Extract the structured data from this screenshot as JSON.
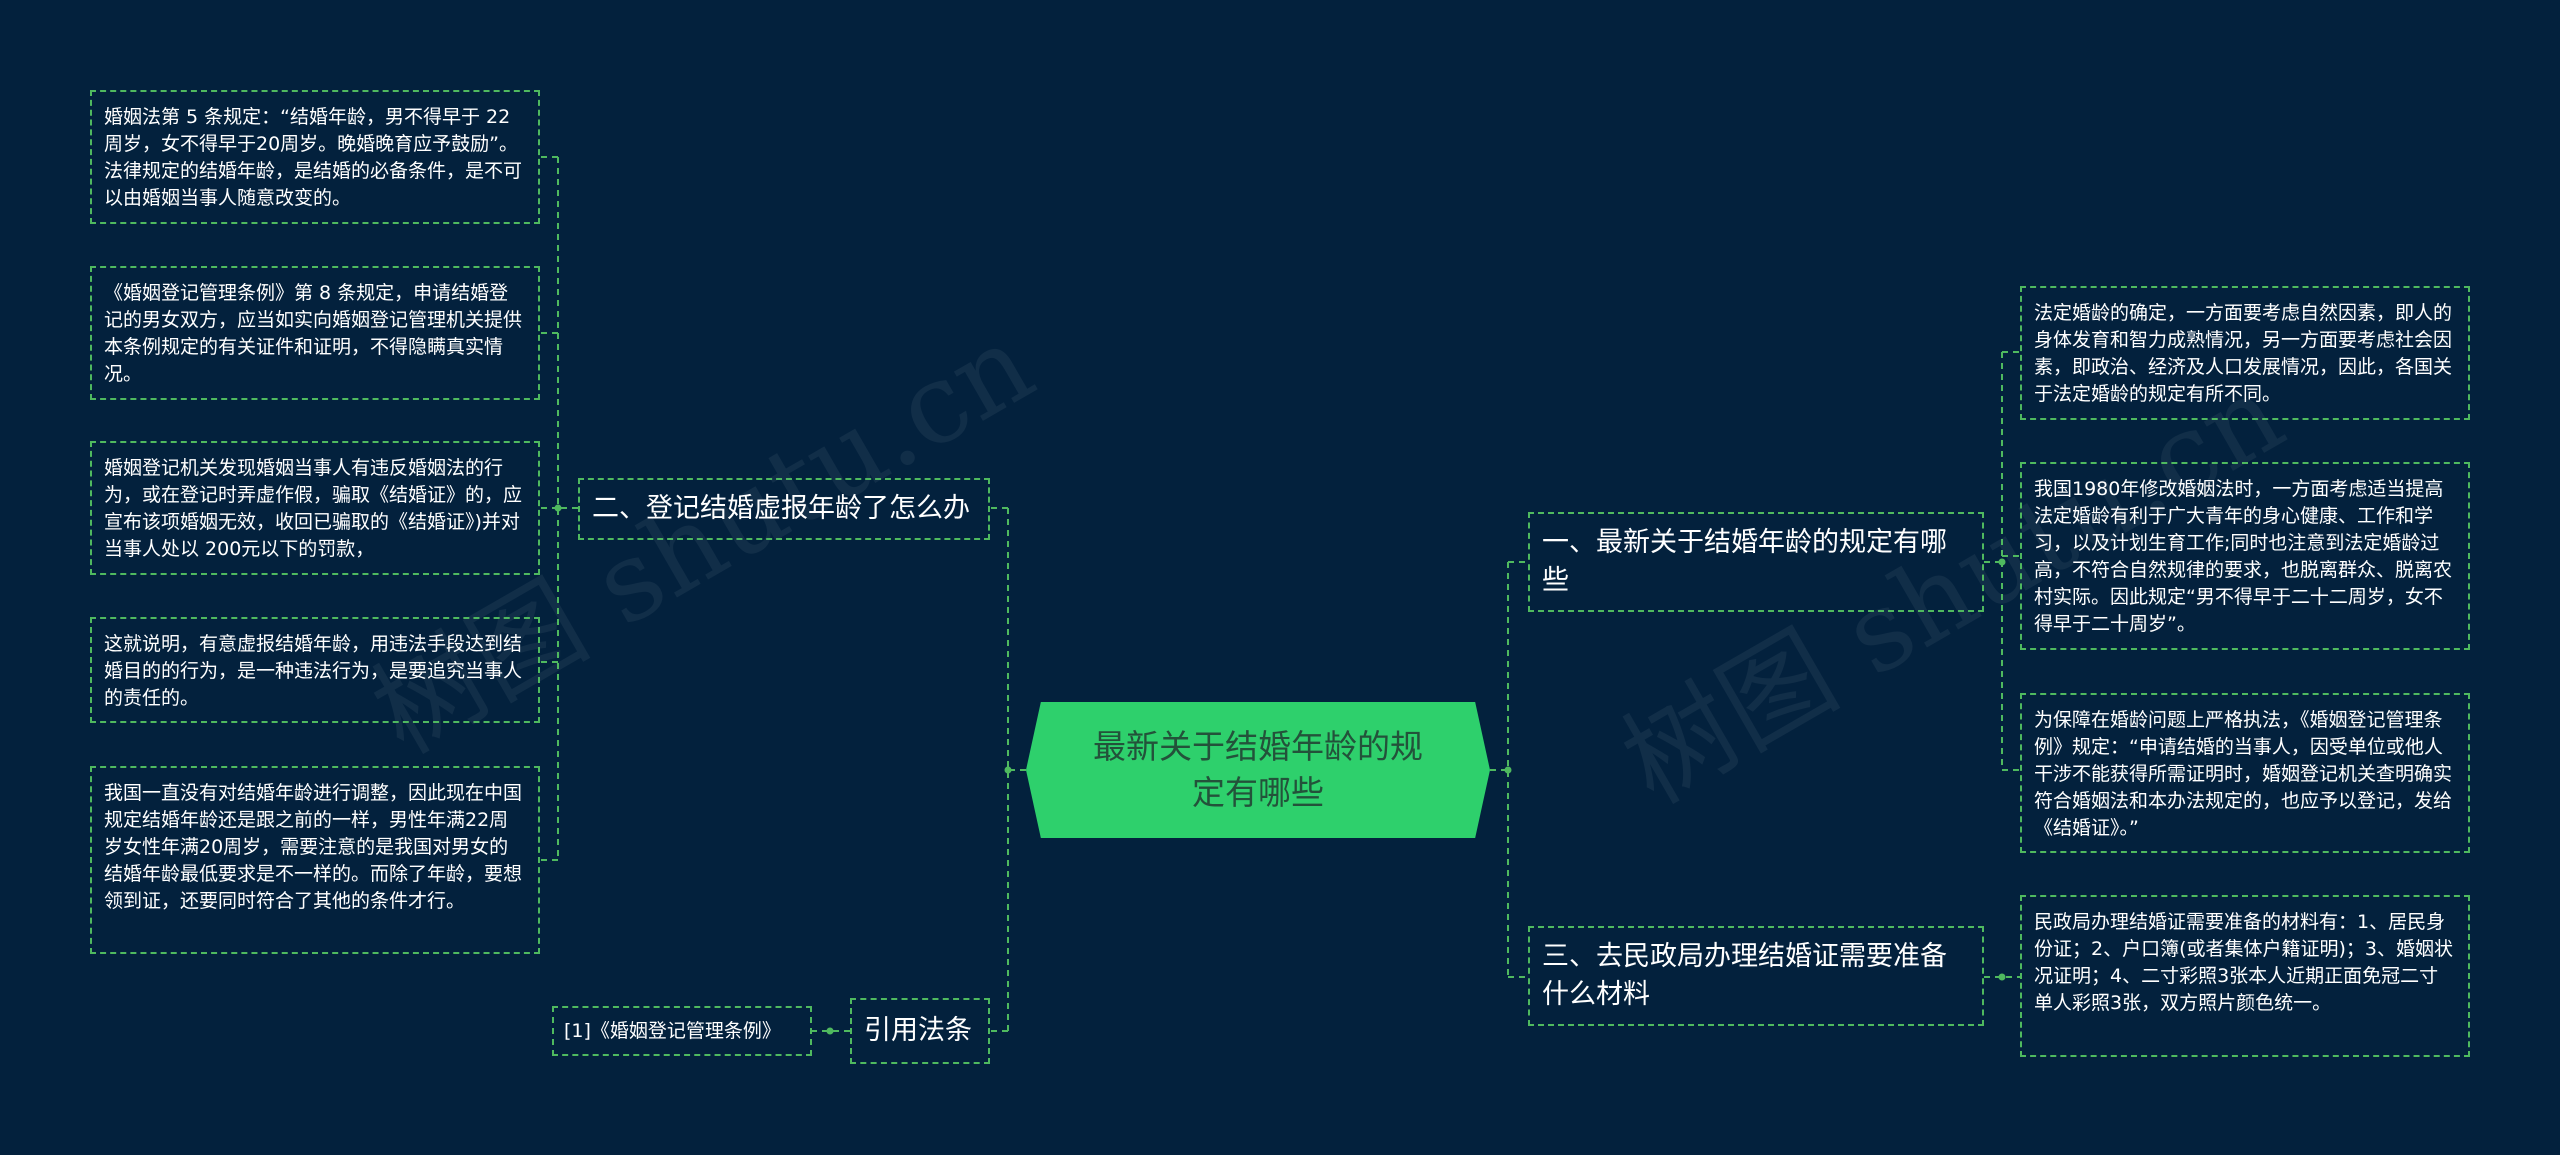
{
  "root": {
    "title": "最新关于结婚年龄的规定有哪些"
  },
  "branches": {
    "b1": "一、最新关于结婚年龄的规定有哪些",
    "b2": "二、登记结婚虚报年龄了怎么办",
    "b3": "三、去民政局办理结婚证需要准备什么材料",
    "b4": "引用法条"
  },
  "leaves": {
    "l1": "婚姻法第 5 条规定：“结婚年龄，男不得早于 22 周岁，女不得早于20周岁。晚婚晚育应予鼓励”。法律规定的结婚年龄，是结婚的必备条件，是不可以由婚姻当事人随意改变的。",
    "l2": "《婚姻登记管理条例》第 8 条规定，申请结婚登记的男女双方，应当如实向婚姻登记管理机关提供本条例规定的有关证件和证明，不得隐瞒真实情况。",
    "l3": "婚姻登记机关发现婚姻当事人有违反婚姻法的行为，或在登记时弄虚作假，骗取《结婚证》的，应宣布该项婚姻无效，收回已骗取的《结婚证》)并对当事人处以 200元以下的罚款，",
    "l4": "这就说明，有意虚报结婚年龄，用违法手段达到结婚目的的行为，是一种违法行为，是要追究当事人的责任的。",
    "l5": "我国一直没有对结婚年龄进行调整，因此现在中国规定结婚年龄还是跟之前的一样，男性年满22周岁女性年满20周岁，需要注意的是我国对男女的结婚年龄最低要求是不一样的。而除了年龄，要想领到证，还要同时符合了其他的条件才行。",
    "l6": "[1]《婚姻登记管理条例》",
    "r1": "法定婚龄的确定，一方面要考虑自然因素，即人的身体发育和智力成熟情况，另一方面要考虑社会因素，即政治、经济及人口发展情况，因此，各国关于法定婚龄的规定有所不同。",
    "r2": "我国1980年修改婚姻法时，一方面考虑适当提高法定婚龄有利于广大青年的身心健康、工作和学习，以及计划生育工作;同时也注意到法定婚龄过高，不符合自然规律的要求，也脱离群众、脱离农村实际。因此规定“男不得早于二十二周岁，女不得早于二十周岁”。",
    "r3": "为保障在婚龄问题上严格执法，《婚姻登记管理条例》规定：“申请结婚的当事人，因受单位或他人干涉不能获得所需证明时，婚姻登记机关查明确实符合婚姻法和本办法规定的，也应予以登记，发给《结婚证》。”",
    "r4": "民政局办理结婚证需要准备的材料有：1、居民身份证；2、户口簿(或者集体户籍证明)；3、婚姻状况证明；4、二寸彩照3张本人近期正面免冠二寸单人彩照3张，双方照片颜色统一。"
  },
  "watermarks": [
    "树图 shutu.cn",
    "树图 shutu.cn"
  ],
  "colors": {
    "background": "#03213d",
    "root_fill": "#2ed06c",
    "connector": "#4fb95f",
    "text": "#ffffff"
  }
}
